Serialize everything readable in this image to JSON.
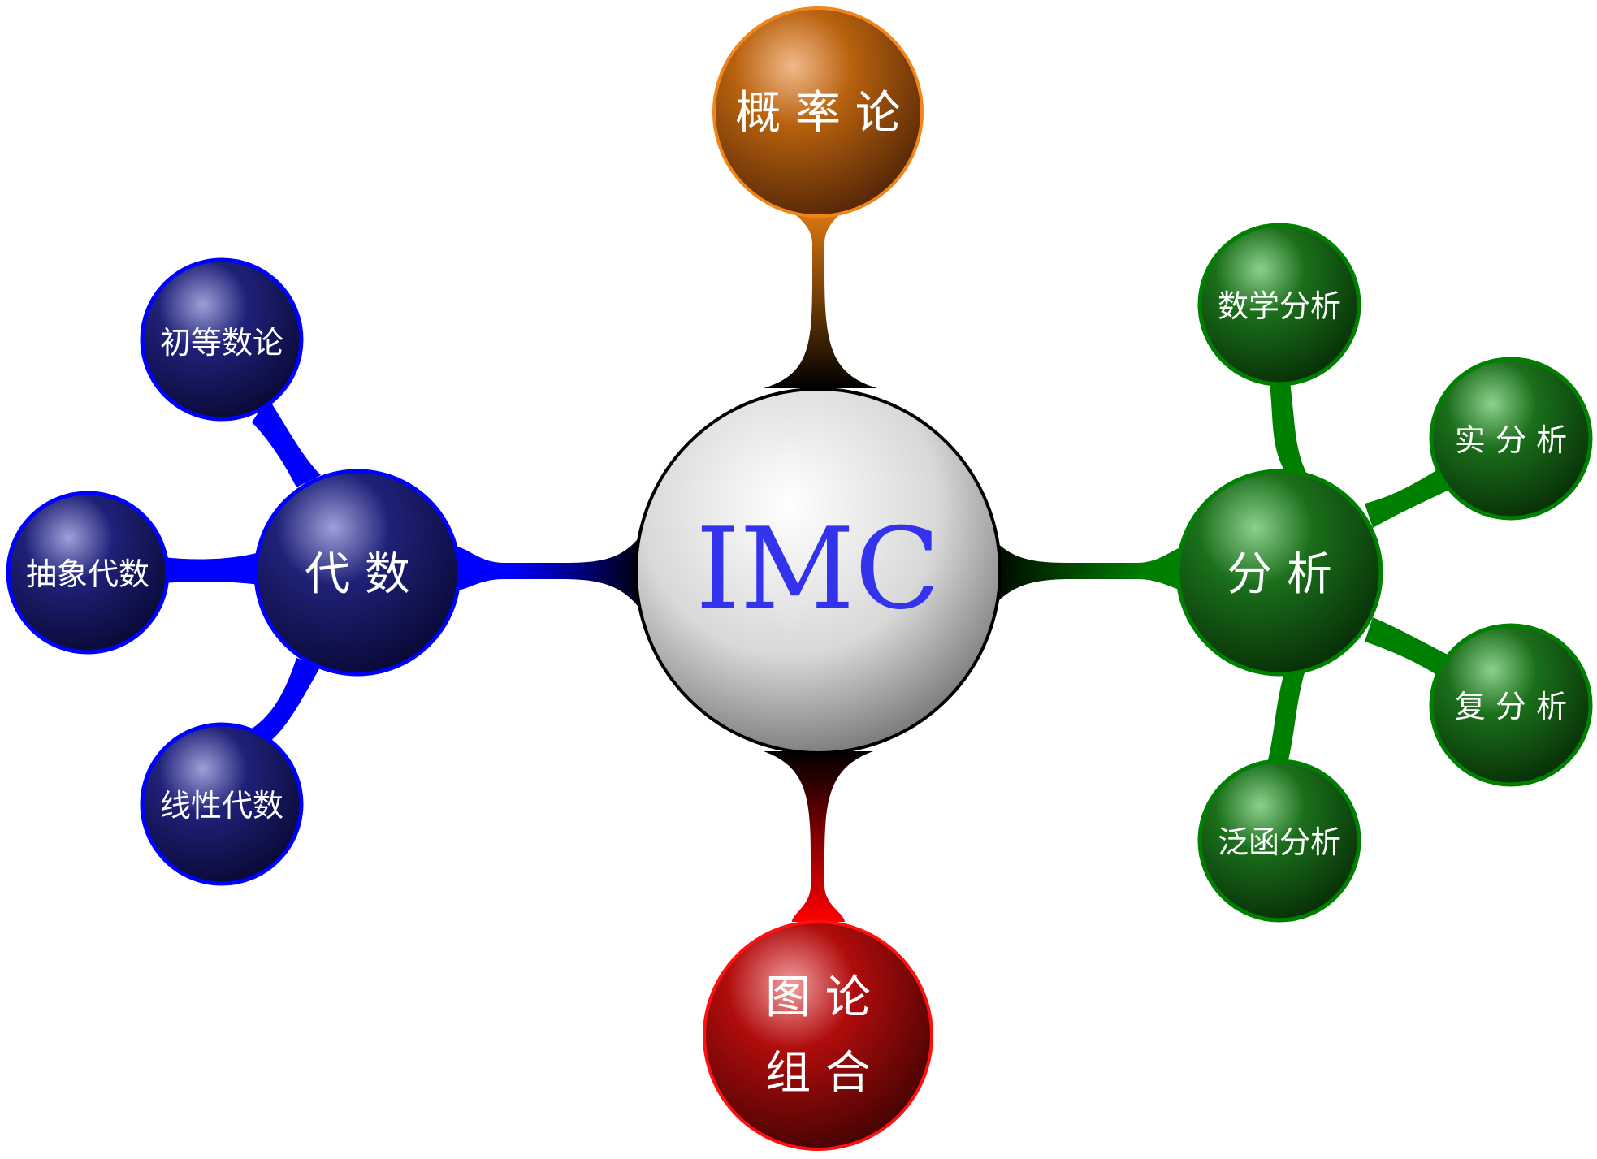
{
  "center": {
    "label": "IMC",
    "color": "#3333ee"
  },
  "nodes": {
    "probability": {
      "label": "概 率 论",
      "color": "#e07a10"
    },
    "algebra": {
      "label": "代 数",
      "color": "#1a1a80",
      "edge": "#0000ff"
    },
    "analysis": {
      "label": "分 析",
      "color": "#107010",
      "edge": "#008000"
    },
    "graph": {
      "label_line1": "图 论",
      "label_line2": "组 合",
      "color": "#c00000",
      "edge": "#ff0000"
    }
  },
  "algebra_children": {
    "number_theory": "初等数论",
    "abstract_algebra": "抽象代数",
    "linear_algebra": "线性代数"
  },
  "analysis_children": {
    "math_analysis": "数学分析",
    "real_analysis": "实 分 析",
    "complex_analysis": "复 分 析",
    "functional_analysis": "泛函分析"
  }
}
